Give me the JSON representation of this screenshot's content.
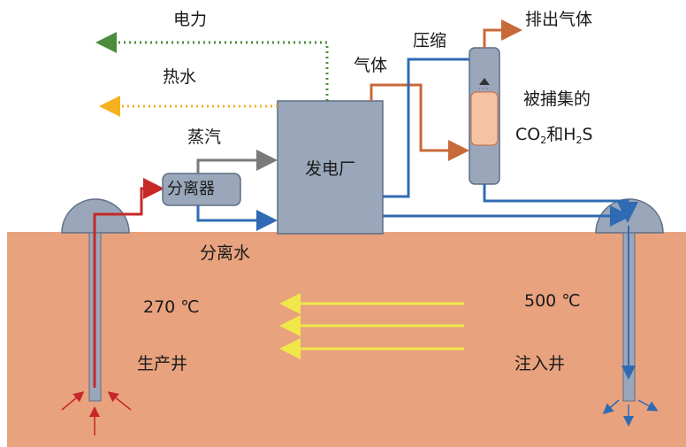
{
  "labels": {
    "power": "电力",
    "hot_water": "热水",
    "steam": "蒸汽",
    "separator": "分离器",
    "separated_water": "分离水",
    "power_plant": "发电厂",
    "gas": "气体",
    "compress": "压缩",
    "exhaust_gas": "排出气体",
    "captured_line1": "被捕集的",
    "captured_co": "CO",
    "captured_sub1": "2",
    "captured_and": "和H",
    "captured_sub2": "2",
    "captured_s": "S",
    "temp_left": "270 ℃",
    "temp_right": "500 ℃",
    "production_well": "生产井",
    "injection_well": "注入井"
  },
  "colors": {
    "ground": "#e8a27e",
    "box_fill": "#9aa7ba",
    "box_stroke": "#5f6e85",
    "hot_arrow": "#c62828",
    "blue_pipe": "#2f6bb3",
    "orange_pipe": "#c8693a",
    "steam_pipe": "#7a7a7a",
    "power_line": "#4c8c3c",
    "hot_water_line": "#f5b21e",
    "heat_flow": "#f0e84a",
    "captured_fill": "#f5c2a2"
  }
}
